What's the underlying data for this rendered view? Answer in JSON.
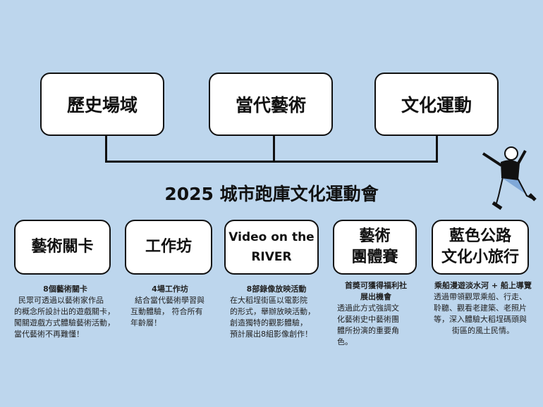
{
  "title": "2025 城市跑庫文化運動會",
  "categories": [
    "歷史場域",
    "當代藝術",
    "文化運動"
  ],
  "activities": [
    {
      "label": [
        "藝術關卡"
      ],
      "heading": [
        "8個藝術關卡"
      ],
      "body": [
        "民眾可透過以藝術家作品",
        "的概念所設計出的遊戲關卡，",
        "闖關遊戲方式體驗藝術活動，",
        "當代藝術不再難懂！"
      ]
    },
    {
      "label": [
        "工作坊"
      ],
      "heading": [
        "4場工作坊"
      ],
      "body": [
        "結合當代藝術學習與",
        "互動體驗， 符合所有",
        "年齡層！"
      ]
    },
    {
      "label": [
        "Video on the",
        "RIVER"
      ],
      "heading": [
        "8部錄像放映活動"
      ],
      "body": [
        "在大稻埕街區以電影院",
        "的形式，舉辦放映活動，",
        "創造獨特的觀影體驗，",
        "預計展出8組影像創作！"
      ]
    },
    {
      "label": [
        "藝術",
        "團體賽"
      ],
      "heading": [
        "首奬可獲得福利社",
        "展出機會"
      ],
      "body": [
        "透過此方式強調文",
        "化藝術史中藝術團",
        "體所扮演的重要角",
        "色。"
      ]
    },
    {
      "label": [
        "藍色公路",
        "文化小旅行"
      ],
      "heading": [
        "乘船漫遊淡水河 + 船上導覽"
      ],
      "body": [
        "透過帶領觀眾乘船、行走、",
        "聆聽、觀看老建築、老照片",
        "等，深入體驗大稻埕碼頭與",
        "街區的風土民情。"
      ]
    }
  ]
}
